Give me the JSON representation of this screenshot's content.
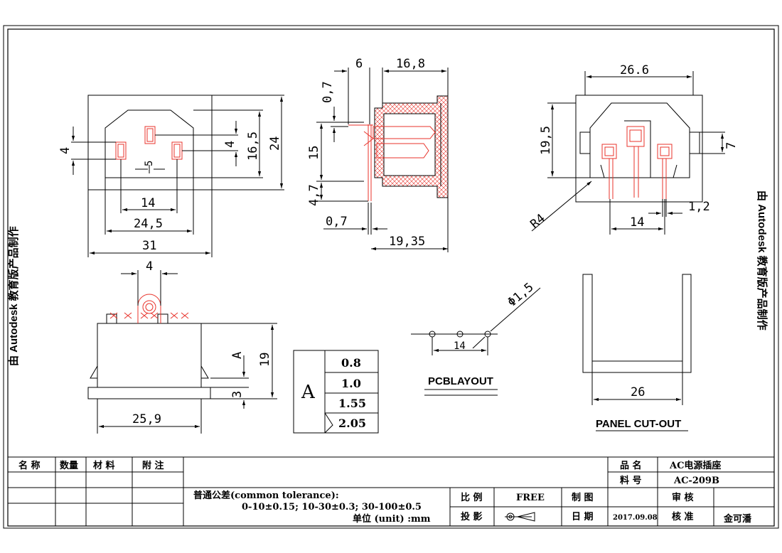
{
  "colors": {
    "line": "#000000",
    "contact": "#e8332b",
    "hatch": "#e8332b"
  },
  "watermark": {
    "left": "由 Autodesk 教育版产品制作",
    "right": "由 Autodesk 教育版产品制作"
  },
  "front_view": {
    "dim_4_left": "4",
    "dim_4_right": "4",
    "dim_5": "5",
    "dim_16_5": "16,5",
    "dim_24": "24",
    "dim_14": "14",
    "dim_24_5": "24,5",
    "dim_31": "31"
  },
  "side_view": {
    "dim_6": "6",
    "dim_16_8": "16,8",
    "dim_0_7_top": "0,7",
    "dim_15": "15",
    "dim_4_7": "4,7",
    "dim_0_7_bottom": "0,7",
    "dim_19_35": "19,35"
  },
  "back_view": {
    "dim_26_6": "26.6",
    "dim_19_5": "19,5",
    "dim_7": "7",
    "dim_r4": "R4",
    "dim_1_2": "1,2",
    "dim_14": "14"
  },
  "bottom_view": {
    "dim_4": "4",
    "dim_19": "19",
    "dim_a": "A",
    "dim_3": "3",
    "dim_25_9": "25,9"
  },
  "a_table": {
    "key": "A",
    "values": [
      "0.8",
      "1.0",
      "1.55",
      "2.05"
    ]
  },
  "pcb_layout": {
    "title": "PCBLAYOUT",
    "dim_hole": "Φ1,5",
    "dim_14": "14"
  },
  "panel_cutout": {
    "title": "PANEL CUT-OUT",
    "dim_26": "26"
  },
  "title_block": {
    "headers": {
      "name": "名 称",
      "qty": "数量",
      "material": "材 料",
      "note": "附 注"
    },
    "tolerance_line1": "普通公差(common tolerance):",
    "tolerance_line2": "0-10±0.15; 10-30±0.3; 30-100±0.5",
    "unit": "单位 (unit) :mm",
    "scale_label": "比 例",
    "scale_value": "FREE",
    "projection_label": "投 影",
    "drawn_label": "制 图",
    "date_label": "日 期",
    "date_value": "2017.09.08",
    "product_name_label": "品 名",
    "product_name_value": "AC电源插座",
    "part_no_label": "料 号",
    "part_no_value": "AC-209B",
    "review_label": "审 核",
    "approve_label": "核 准",
    "approver": "金可潘"
  }
}
